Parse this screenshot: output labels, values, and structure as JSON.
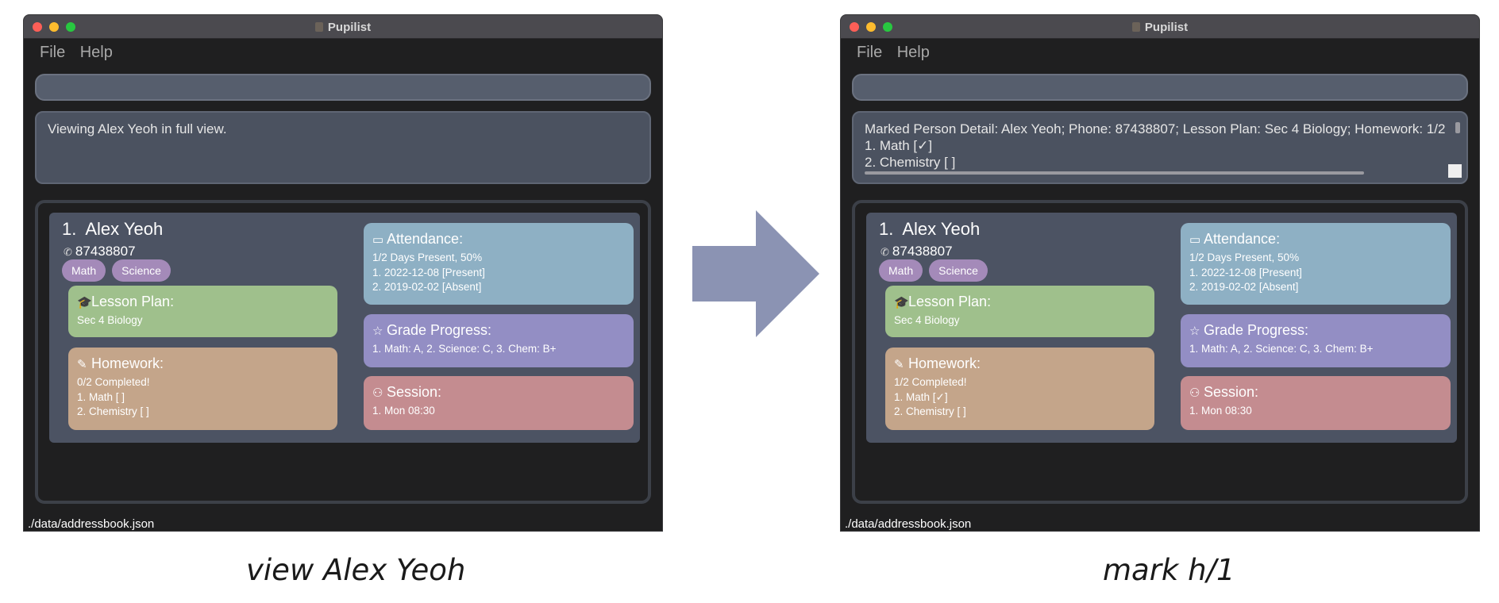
{
  "left": {
    "window_title": "Pupilist",
    "menu": [
      "File",
      "Help"
    ],
    "result_lines": [
      "Viewing Alex Yeoh in full view."
    ],
    "person": {
      "index": "1.",
      "name": "Alex Yeoh",
      "phone": "87438807",
      "tags": [
        "Math",
        "Science"
      ],
      "lesson_plan": {
        "title": "Lesson Plan:",
        "lines": [
          "Sec 4 Biology"
        ]
      },
      "homework": {
        "title": "Homework:",
        "lines": [
          "0/2 Completed!",
          "1. Math [ ]",
          "2. Chemistry [ ]"
        ]
      },
      "attendance": {
        "title": "Attendance:",
        "lines": [
          "1/2 Days Present, 50%",
          "1. 2022-12-08 [Present]",
          "2. 2019-02-02 [Absent]"
        ]
      },
      "grade": {
        "title": "Grade Progress:",
        "lines": [
          "1. Math: A, 2. Science: C, 3. Chem: B+"
        ]
      },
      "session": {
        "title": "Session:",
        "lines": [
          "1. Mon 08:30"
        ]
      }
    },
    "status_path": "./data/addressbook.json",
    "caption": "view Alex Yeoh"
  },
  "right": {
    "window_title": "Pupilist",
    "menu": [
      "File",
      "Help"
    ],
    "result_lines": [
      "Marked Person Detail: Alex Yeoh; Phone: 87438807; Lesson Plan: Sec 4 Biology; Homework: 1/2",
      "1. Math [✓]",
      "2. Chemistry [ ]"
    ],
    "person": {
      "index": "1.",
      "name": "Alex Yeoh",
      "phone": "87438807",
      "tags": [
        "Math",
        "Science"
      ],
      "lesson_plan": {
        "title": "Lesson Plan:",
        "lines": [
          "Sec 4 Biology"
        ]
      },
      "homework": {
        "title": "Homework:",
        "lines": [
          "1/2 Completed!",
          "1. Math [✓]",
          "2. Chemistry [ ]"
        ]
      },
      "attendance": {
        "title": "Attendance:",
        "lines": [
          "1/2 Days Present, 50%",
          "1. 2022-12-08 [Present]",
          "2. 2019-02-02 [Absent]"
        ]
      },
      "grade": {
        "title": "Grade Progress:",
        "lines": [
          "1. Math: A, 2. Science: C, 3. Chem: B+"
        ]
      },
      "session": {
        "title": "Session:",
        "lines": [
          "1. Mon 08:30"
        ]
      }
    },
    "status_path": "./data/addressbook.json",
    "caption": "mark h/1"
  },
  "colors": {
    "lesson_plan": "#9fc08c",
    "homework": "#c4a58a",
    "attendance": "#8eb0c4",
    "grade": "#938ec4",
    "session": "#c48c90",
    "tag": "#a48ab9",
    "arrow": "#8b93b3"
  },
  "icons": {
    "phone": "phone-icon",
    "lesson_plan": "graduation-cap-icon",
    "homework": "pencil-icon",
    "attendance": "calendar-icon",
    "grade": "star-icon",
    "session": "people-icon"
  }
}
